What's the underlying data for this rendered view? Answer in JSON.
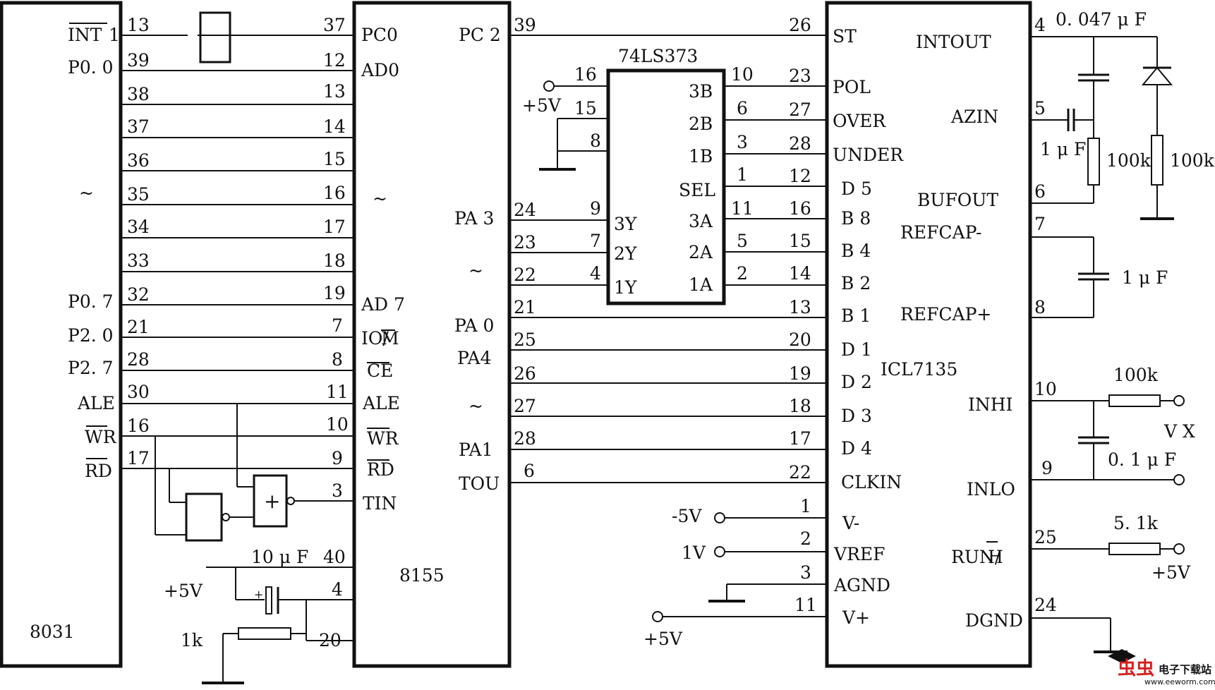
{
  "chips": {
    "c8031": {
      "name": "8031",
      "pins": {
        "int1": "INT",
        "int1_suffix": "1",
        "p00": "P0. 0",
        "tilde": "~",
        "p07": "P0. 7",
        "p20": "P2. 0",
        "p27": "P2. 7",
        "ale": "ALE",
        "wr": "WR",
        "rd": "RD"
      },
      "pin_numbers": [
        "13",
        "39",
        "38",
        "37",
        "36",
        "35",
        "34",
        "33",
        "32",
        "21",
        "28",
        "30",
        "16",
        "17"
      ]
    },
    "c8155": {
      "name": "8155",
      "left_pins": {
        "pc0": "PC0",
        "ad0": "AD0",
        "tilde": "~",
        "ad7": "AD 7",
        "io": "IO/",
        "io_m": "M",
        "ce": "CE",
        "ale": "ALE",
        "wr": "WR",
        "rd": "RD",
        "tin": "TIN"
      },
      "left_pin_numbers": [
        "37",
        "12",
        "13",
        "14",
        "15",
        "16",
        "17",
        "18",
        "19",
        "7",
        "8",
        "11",
        "10",
        "9",
        "3",
        "40",
        "4",
        "20"
      ],
      "right_pins": {
        "pc2": "PC 2",
        "pa3": "PA 3",
        "tilde1": "~",
        "pa0": "PA 0",
        "pa4": "PA4",
        "tilde2": "~",
        "pa1": "PA1",
        "tou": "TOU"
      },
      "right_pin_numbers": [
        "39",
        "24",
        "23",
        "22",
        "21",
        "25",
        "26",
        "27",
        "28",
        "6"
      ]
    },
    "c74ls373": {
      "name": "74LS373",
      "left_pins": {
        "y3": "3Y",
        "y2": "2Y",
        "y1": "1Y"
      },
      "right_pins": {
        "b3": "3B",
        "b2": "2B",
        "b1": "1B",
        "sel": "SEL",
        "a3": "3A",
        "a2": "2A",
        "a1": "1A"
      },
      "pin_numbers": [
        "16",
        "15",
        "8",
        "9",
        "7",
        "4",
        "10",
        "6",
        "3",
        "1",
        "11",
        "5",
        "2"
      ]
    },
    "icl7135": {
      "name": "ICL7135",
      "left_pins": {
        "st": "ST",
        "pol": "POL",
        "over": "OVER",
        "under": "UNDER",
        "d5": "D 5",
        "b8": "B 8",
        "b4": "B 4",
        "b2": "B 2",
        "b1": "B 1",
        "d1": "D 1",
        "d2": "D 2",
        "d3": "D 3",
        "d4": "D 4",
        "clkin": "CLKIN",
        "vminus": "V-",
        "vref": "VREF",
        "agnd": "AGND",
        "vplus": "V+"
      },
      "left_pin_numbers": [
        "26",
        "23",
        "27",
        "28",
        "12",
        "16",
        "15",
        "14",
        "13",
        "20",
        "19",
        "18",
        "17",
        "22",
        "1",
        "2",
        "3",
        "11"
      ],
      "right_pins": {
        "intout": "INTOUT",
        "azin": "AZIN",
        "bufout": "BUFOUT",
        "refcap_minus": "REFCAP-",
        "refcap_plus": "REFCAP+",
        "inhi": "INHI",
        "inlo": "INLO",
        "run": "RUN/",
        "run_h": "H",
        "dgnd": "DGND"
      },
      "right_pin_numbers": [
        "4",
        "5",
        "6",
        "7",
        "8",
        "10",
        "9",
        "25",
        "24"
      ]
    }
  },
  "components": {
    "c_0047": "0. 047 μ F",
    "c_1u_a": "1 μ F",
    "r_100k_a": "100k",
    "r_100k_b": "100k",
    "c_1u_b": "1 μ F",
    "r_100k_c": "100k",
    "c_01u": "0. 1 μ F",
    "vx": "V X",
    "r_51k": "5. 1k",
    "c_10u": "10 μ F",
    "r_1k": "1k",
    "plus_sign": "+"
  },
  "supplies": {
    "p5v_373": "+5V",
    "p5v_8155": "+5V",
    "m5v": "-5V",
    "v1": "1V",
    "p5v_vplus": "+5V",
    "p5v_run": "+5V"
  },
  "watermark": {
    "brand": "虫虫",
    "title": "电子下载站",
    "url": "www.eeworm.com",
    "color": "#d42020"
  }
}
